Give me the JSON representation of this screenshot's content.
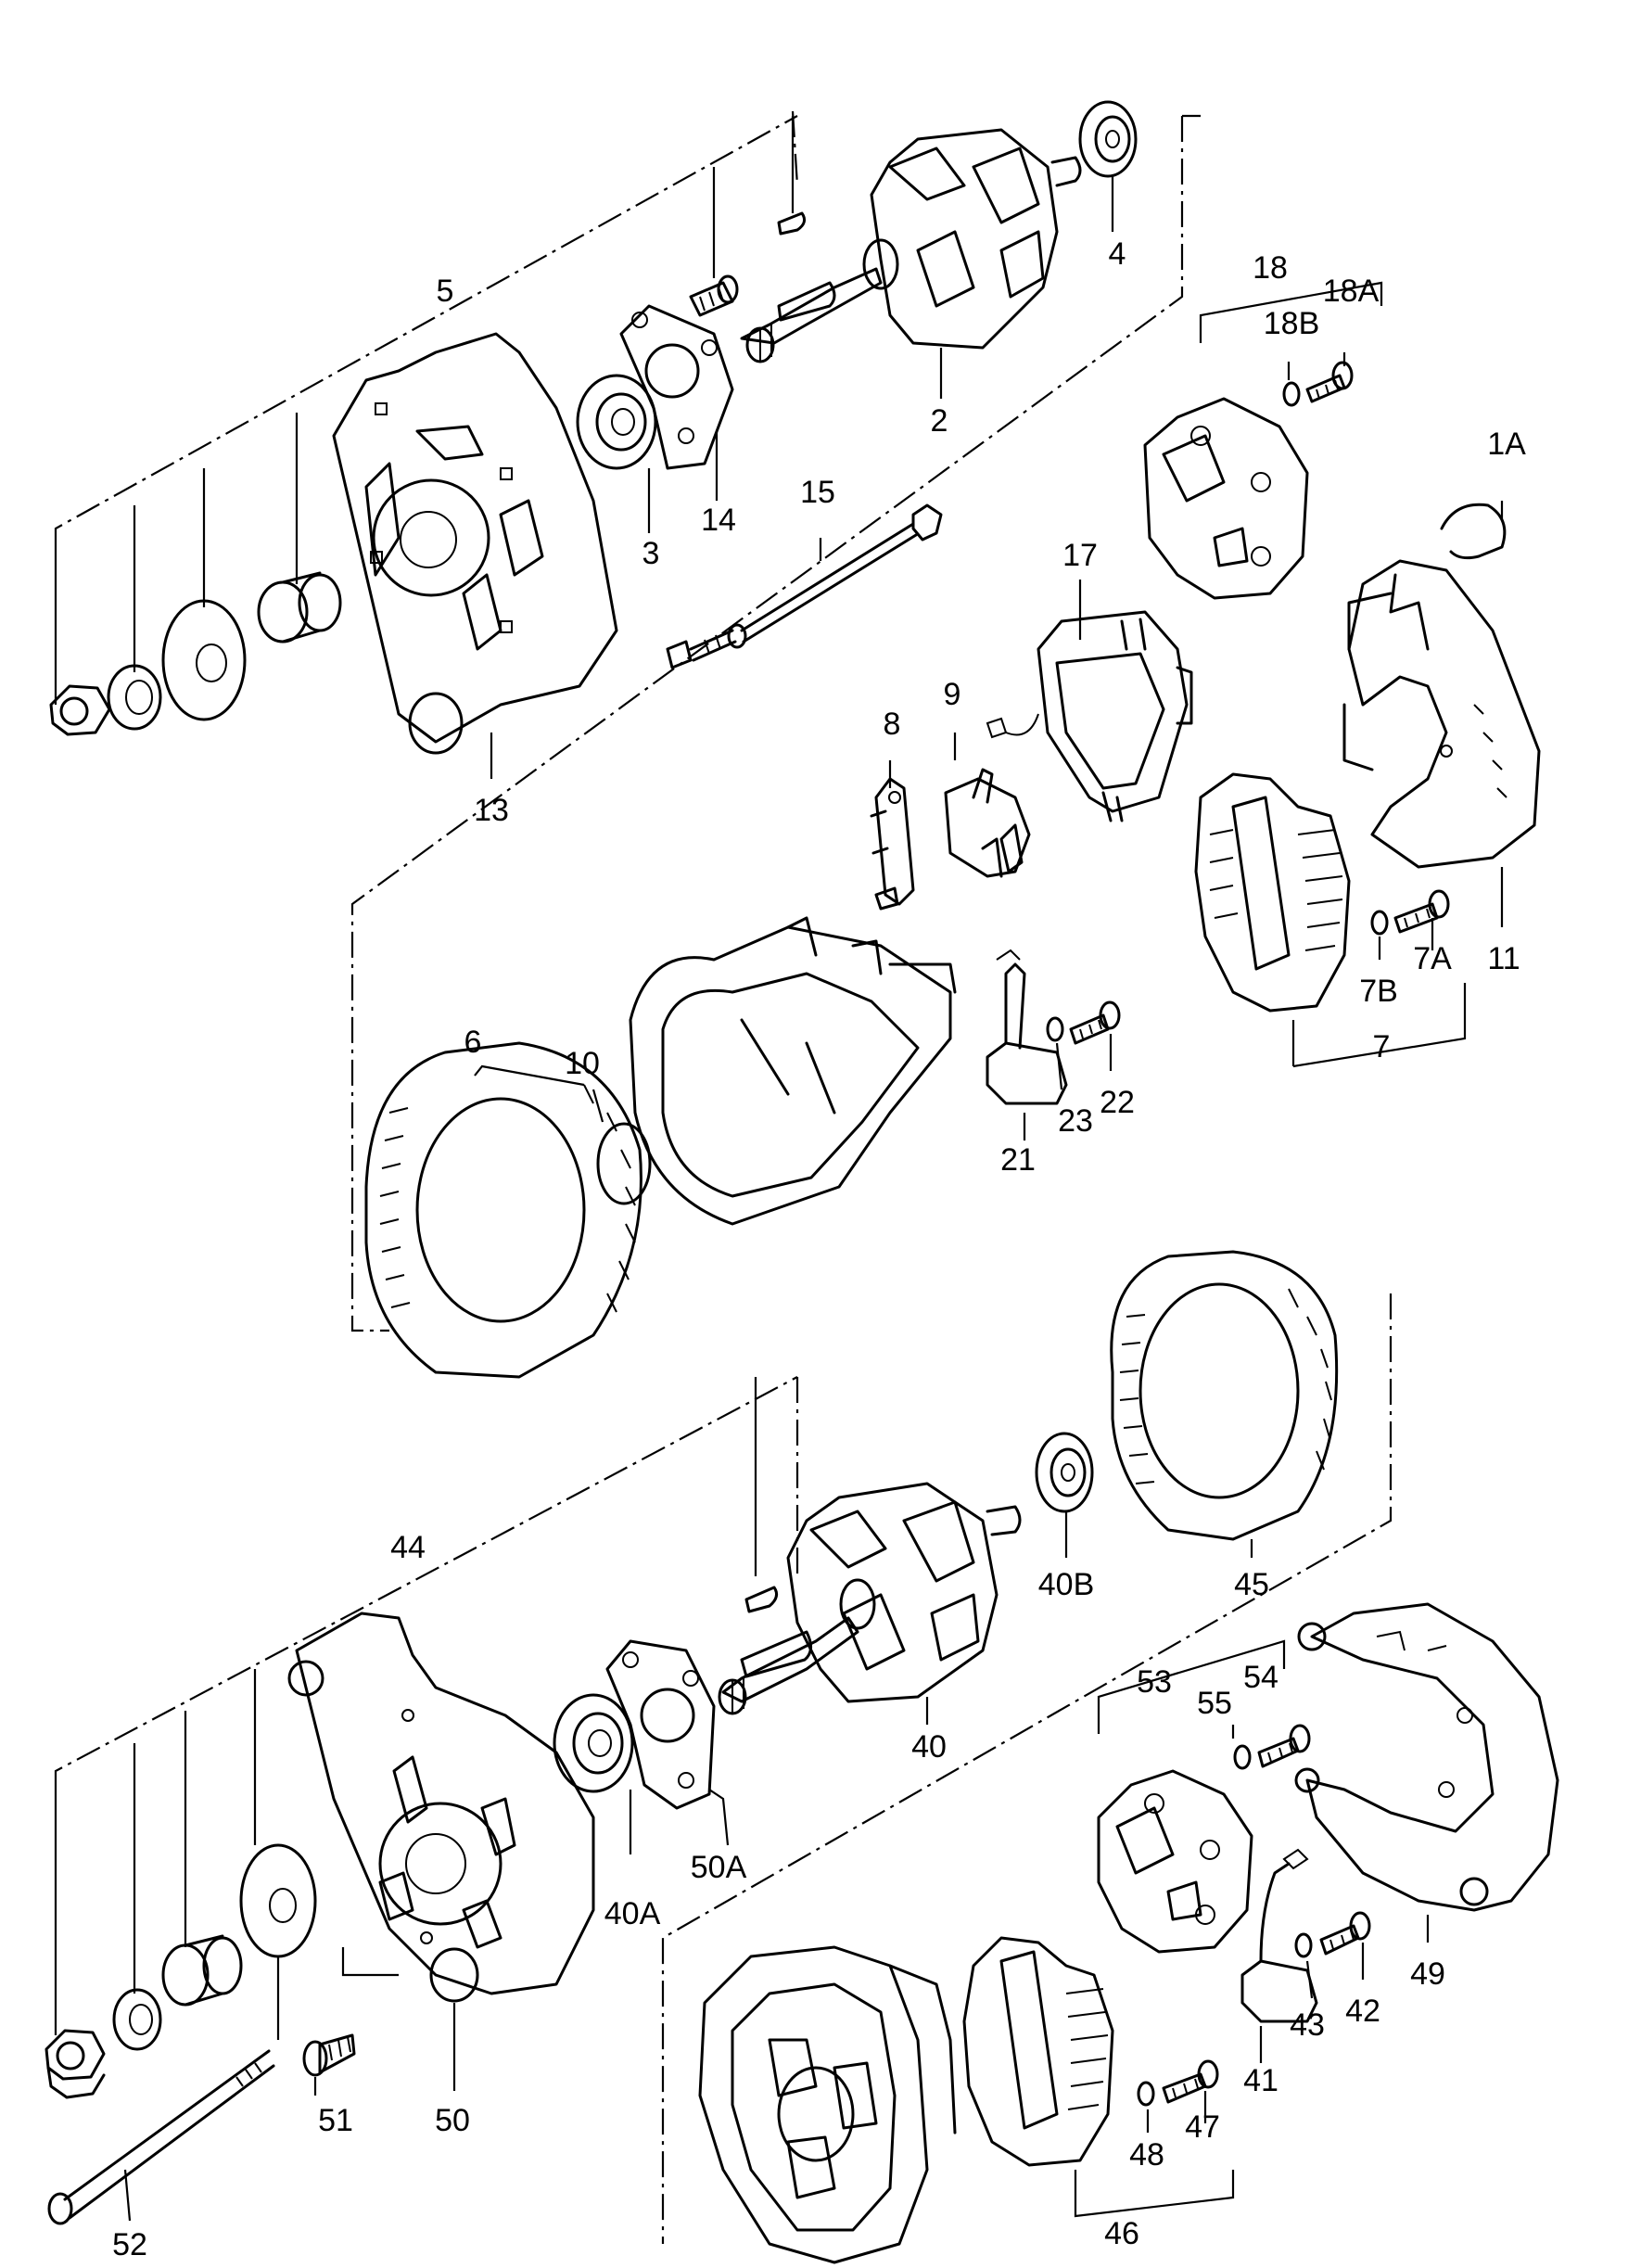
{
  "labels": {
    "p5": "5",
    "p4": "4",
    "p2": "2",
    "p14": "14",
    "p3": "3",
    "p13": "13",
    "p15": "15",
    "p18": "18",
    "p18A": "18A",
    "p18B": "18B",
    "p1A": "1A",
    "p17": "17",
    "p9": "9",
    "p8": "8",
    "p11": "11",
    "p7A": "7A",
    "p7B": "7B",
    "p7": "7",
    "p6": "6",
    "p10": "10",
    "p22": "22",
    "p23": "23",
    "p21": "21",
    "p44": "44",
    "p45": "45",
    "p40B": "40B",
    "p40": "40",
    "p53": "53",
    "p54": "54",
    "p55": "55",
    "p50A": "50A",
    "p40A": "40A",
    "p49": "49",
    "p42": "42",
    "p43": "43",
    "p41": "41",
    "p47": "47",
    "p48": "48",
    "p46": "46",
    "p51": "51",
    "p50": "50",
    "p52": "52"
  }
}
